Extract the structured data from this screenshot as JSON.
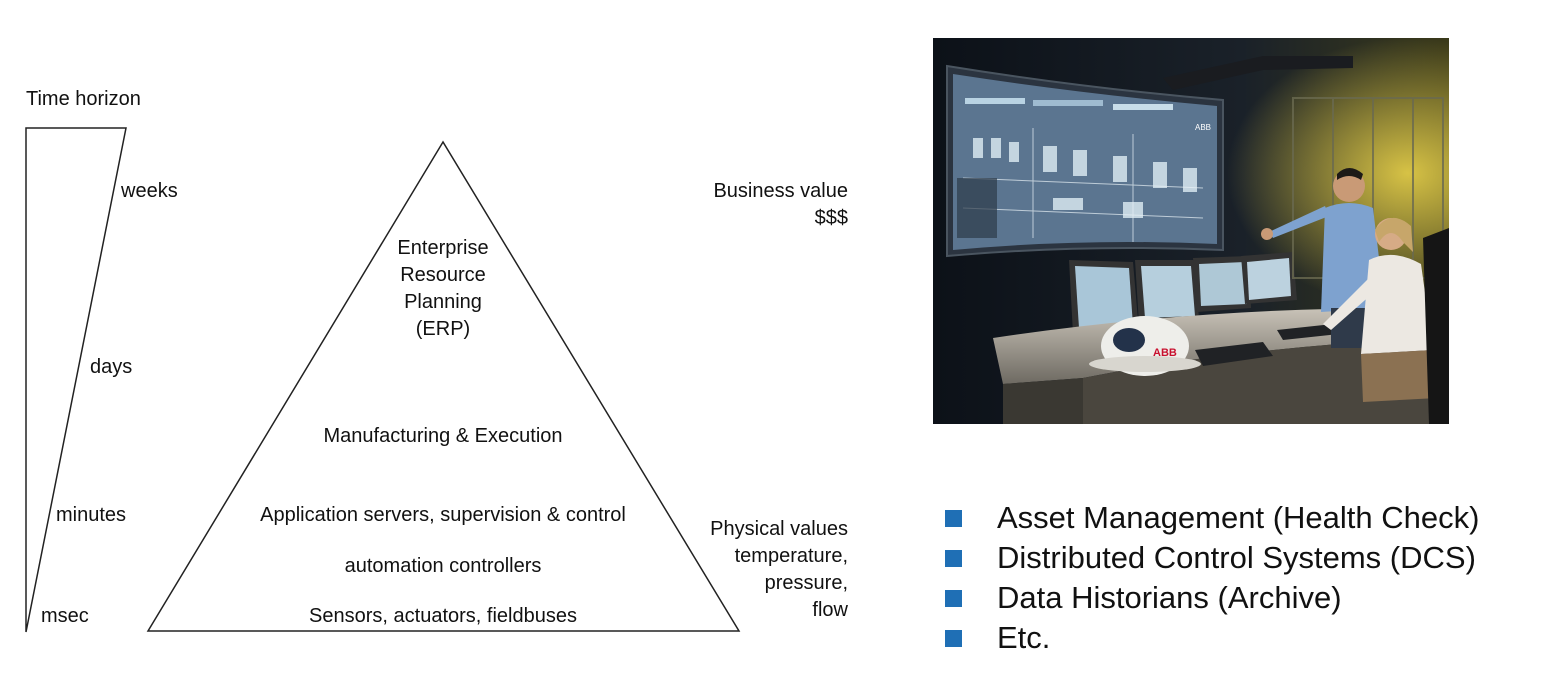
{
  "time_horizon": {
    "title": "Time horizon",
    "ticks": [
      "weeks",
      "days",
      "minutes",
      "msec"
    ]
  },
  "pyramid": {
    "levels": [
      "Enterprise Resource Planning (ERP)",
      "Manufacturing & Execution",
      "Application servers, supervision & control",
      "automation controllers",
      "Sensors, actuators, fieldbuses"
    ],
    "erp_lines": [
      "Enterprise",
      "Resource",
      "Planning",
      "(ERP)"
    ]
  },
  "value_axis": {
    "top_line1": "Business value",
    "top_line2": "$$$",
    "bottom_lines": [
      "Physical values",
      "temperature,",
      "pressure,",
      "flow"
    ]
  },
  "photo": {
    "screen_badge": "ABB",
    "helmet_logo": "ABB"
  },
  "bullets": {
    "marker_color": "#1f6fb5",
    "items": [
      "Asset Management (Health Check)",
      "Distributed Control Systems (DCS)",
      "Data Historians (Archive)",
      "Etc."
    ]
  }
}
